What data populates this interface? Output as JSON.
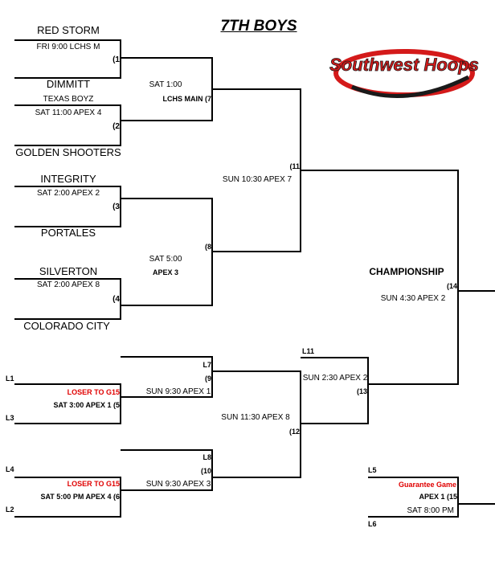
{
  "title": "7TH BOYS",
  "logo_text": "Southwest Hoops",
  "colors": {
    "logo_red": "#d41a1a",
    "logo_dark": "#1a1a1a",
    "loser_red": "#e00000"
  },
  "teams": {
    "t1": "RED STORM",
    "t2": "DIMMITT",
    "t3": "TEXAS BOYZ",
    "t4": "GOLDEN SHOOTERS",
    "t5": "INTEGRITY",
    "t6": "PORTALES",
    "t7": "SILVERTON",
    "t8": "COLORADO CITY"
  },
  "games": {
    "g1": {
      "info": "FRI 9:00 LCHS M",
      "num": "(1"
    },
    "g2": {
      "info": "SAT 11:00 APEX 4",
      "num": "(2"
    },
    "g3": {
      "info": "SAT 2:00 APEX 2",
      "num": "(3"
    },
    "g4": {
      "info": "SAT 2:00 APEX 8",
      "num": "(4"
    },
    "g5": {
      "loser": "LOSER TO G15",
      "info": "SAT 3:00 APEX 1 (5"
    },
    "g6": {
      "loser": "LOSER TO G15",
      "info": "SAT 5:00 PM APEX 4 (6"
    },
    "g7": {
      "time": "SAT 1:00",
      "venue": "LCHS MAIN (7"
    },
    "g8": {
      "num": "(8",
      "time": "SAT 5:00",
      "venue": "APEX 3"
    },
    "g9": {
      "top": "L7",
      "num": "(9",
      "info": "SUN 9:30 APEX 1"
    },
    "g10": {
      "top": "L8",
      "num": "(10",
      "info": "SUN 9:30 APEX 3"
    },
    "g11": {
      "num": "(11",
      "info": "SUN 10:30 APEX 7"
    },
    "g12": {
      "info": "SUN 11:30 APEX 8",
      "num": "(12"
    },
    "g13": {
      "top": "L11",
      "info": "SUN 2:30  APEX 2",
      "num": "(13"
    },
    "g14": {
      "label": "CHAMPIONSHIP",
      "num": "(14",
      "info": "SUN 4:30 APEX 2"
    },
    "g15": {
      "top": "L5",
      "label": "Guarantee  Game",
      "venue": "APEX 1 (15",
      "time": "SAT 8:00 PM",
      "bottom": "L6"
    }
  },
  "loser_labels": {
    "l1": "L1",
    "l3": "L3",
    "l4": "L4",
    "l2": "L2"
  }
}
